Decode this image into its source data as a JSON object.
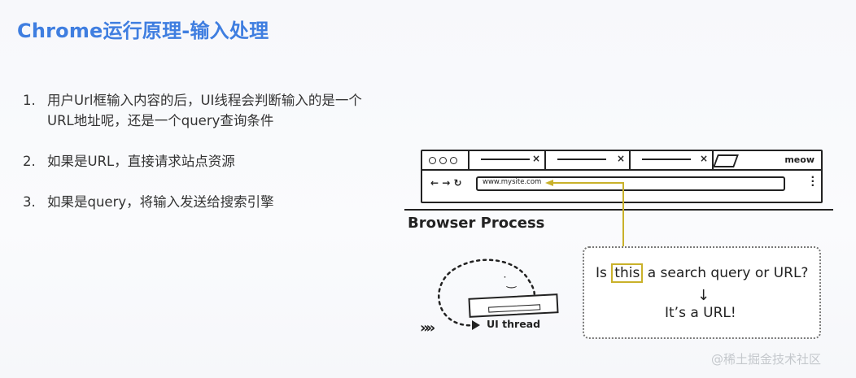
{
  "title": "Chrome运行原理-输入处理",
  "steps": [
    {
      "num": "1.",
      "text": "用户Url框输入内容的后，UI线程会判断输入的是一个URL地址呢，还是一个query查询条件"
    },
    {
      "num": "2.",
      "text": "如果是URL，直接请求站点资源"
    },
    {
      "num": "3.",
      "text": "如果是query，将输入发送给搜索引擎"
    }
  ],
  "illustration": {
    "browser_name": "meow",
    "url": "www.mysite.com",
    "nav_icons": "← → ↻",
    "section_title": "Browser Process",
    "question_before": "Is ",
    "question_highlight": "this",
    "question_after": " a search query or URL?",
    "down_arrow": "↓",
    "answer": "It’s a URL!",
    "ui_thread_label": "UI thread",
    "face": "˙ ͜ ",
    "motion_arrows": "»»"
  },
  "watermark": "@稀土掘金技术社区",
  "colors": {
    "title": "#3f7ee0",
    "highlight": "#c9b12a"
  }
}
